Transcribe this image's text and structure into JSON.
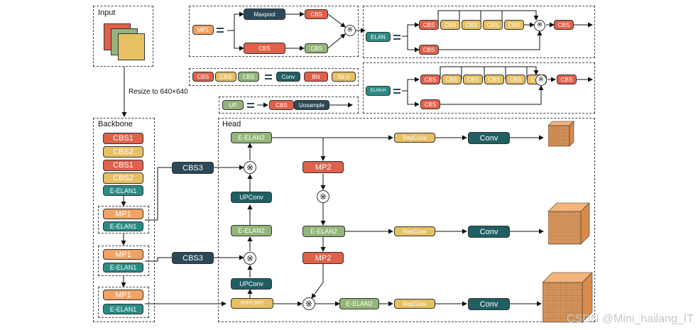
{
  "input": {
    "title": "Input",
    "resize": "Resize to 640×640"
  },
  "backbone": {
    "title": "Backbone",
    "cbs1": "CBS1",
    "cbs2": "CBS2",
    "e_elan1": "E-ELAN1",
    "mp1": "MP1"
  },
  "head": {
    "title": "Head",
    "e_elan2": "E-ELAN2",
    "cbs3": "CBS3",
    "upconv": "UPConv",
    "sppcspc": "SPPCSPC",
    "mp2": "MP2",
    "repconv": "RepConv",
    "conv": "Conv",
    "mul": "※"
  },
  "legend": {
    "mp1": "MP1",
    "maxpool": "Maxpool",
    "cbs": "CBS",
    "conv": "Conv",
    "bn": "BN",
    "silu": "SiLU",
    "up": "UP",
    "upsample": "Uosample",
    "elan": "ELAN",
    "elanh": "ELAN-H",
    "mul": "※"
  },
  "colors": {
    "cbs_red": "#e0614a",
    "yellow": "#e8c064",
    "green": "#93b57a",
    "teal": "#2a8a86",
    "dark_teal": "#1f5f63",
    "dark_blue": "#2a4858",
    "orange": "#f2a261"
  },
  "watermark": "CSDN @Mini_hailang_IT"
}
